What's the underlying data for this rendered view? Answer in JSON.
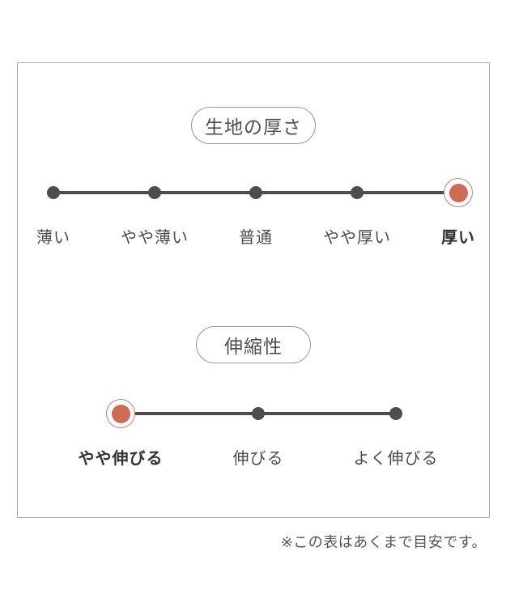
{
  "chart_data": [
    {
      "type": "line",
      "subtype": "rating-scale",
      "title": "生地の厚さ",
      "categories": [
        "薄い",
        "やや薄い",
        "普通",
        "やや厚い",
        "厚い"
      ],
      "selected": "厚い",
      "selected_index": 4,
      "points": 5
    },
    {
      "type": "line",
      "subtype": "rating-scale",
      "title": "伸縮性",
      "categories": [
        "やや伸びる",
        "伸びる",
        "よく伸びる"
      ],
      "selected": "やや伸びる",
      "selected_index": 0,
      "points": 3
    }
  ],
  "footnote": "※この表はあくまで目安です。",
  "colors": {
    "selected_dot": "#cd6c55",
    "selected_ring": "#bd8673",
    "dot": "#4d4d4d",
    "line": "#4d4d4d",
    "label_text": "#4b4b4b",
    "selected_label_text": "#333333",
    "frame_border": "#a9a9a9"
  }
}
